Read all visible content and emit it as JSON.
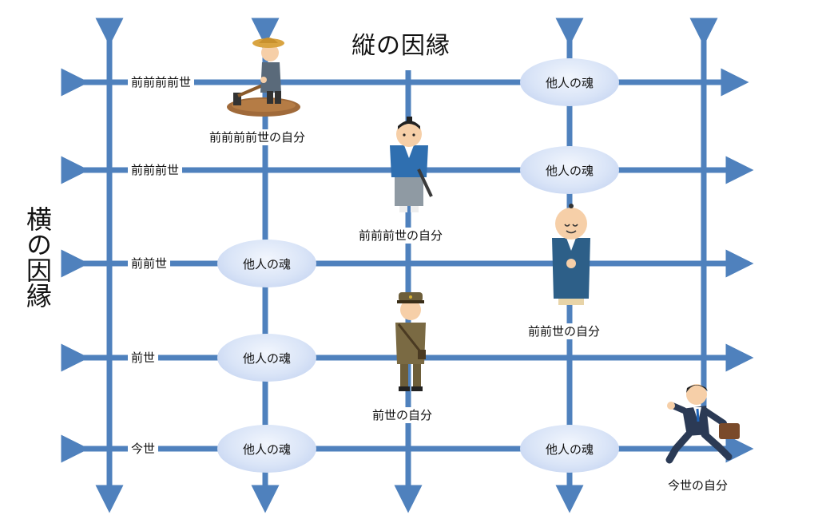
{
  "title_vertical_axis": "縦の因縁",
  "title_horizontal_axis": "横の因縁",
  "row_labels": [
    "前前前前世",
    "前前前世",
    "前前世",
    "前世",
    "今世"
  ],
  "soul_label": "他人の魂",
  "self_captions": {
    "farmer": "前前前前世の自分",
    "samurai": "前前前世の自分",
    "merchant": "前前世の自分",
    "soldier": "前世の自分",
    "businessman": "今世の自分"
  },
  "colors": {
    "arrow": "#4f81bd",
    "soul_fill": "#d9e4f7",
    "text": "#111111"
  },
  "icons": [
    "farmer-illustration",
    "samurai-illustration",
    "merchant-illustration",
    "soldier-illustration",
    "businessman-illustration"
  ]
}
